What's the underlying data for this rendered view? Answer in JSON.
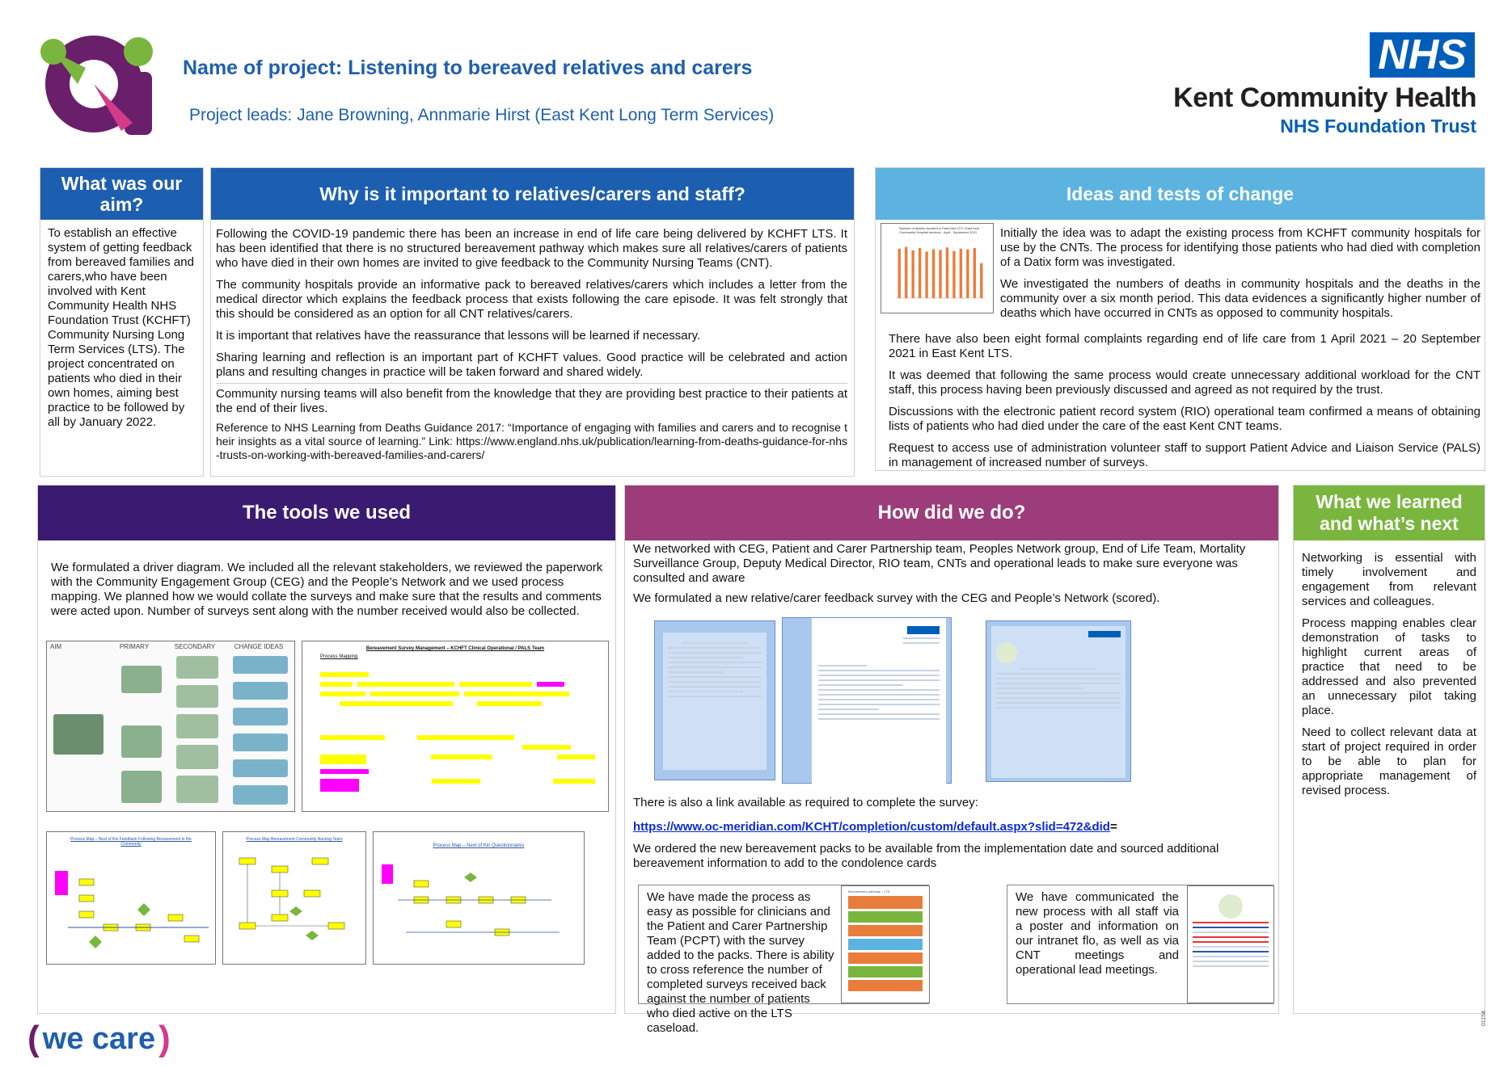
{
  "header": {
    "title": "Name of project: Listening to bereaved relatives and carers",
    "leads": "Project leads: Jane Browning, Annmarie Hirst (East Kent Long Term Services)",
    "nhs_badge": "NHS",
    "org_name": "Kent Community Health",
    "org_sub": "NHS Foundation Trust"
  },
  "aim": {
    "heading": "What was our aim?",
    "body": "To establish an effective system of getting feedback from bereaved families and carers,who have been involved with Kent Community Health NHS Foundation Trust (KCHFT) Community Nursing Long Term Services (LTS). The project concentrated on patients who died in their own homes, aiming best practice to be followed by all by January 2022."
  },
  "why": {
    "heading": "Why is it important to relatives/carers and staff?",
    "paragraphs": [
      "Following the COVID-19 pandemic there has been an increase in end of life care being delivered by KCHFT LTS. It has been identified that there is no structured bereavement pathway which makes sure all relatives/carers of patients who have died in their own homes are invited to give feedback to the Community Nursing Teams (CNT).",
      "The community hospitals provide an informative pack to bereaved relatives/carers which includes a letter from the medical director which explains the feedback process that exists following the care episode. It was felt strongly that this should be considered as an option for all CNT relatives/carers.",
      "It is important that relatives have the reassurance that lessons will be learned if necessary.",
      "Sharing learning and reflection is an important part of KCHFT values. Good practice will be celebrated and action plans and resulting changes in practice will be taken forward and shared widely.",
      "Community nursing teams will also benefit from the knowledge that they are providing best practice to their patients at the end of their lives.",
      "Reference to NHS Learning from Deaths Guidance  2017:  “Importance of engaging with families and carers and to recognise their insights as a vital source of learning.” Link: https://www.england.nhs.uk/publication/learning-from-deaths-guidance-for-nhs-trusts-on-working-with-bereaved-families-and-carers/"
    ]
  },
  "ideas": {
    "heading": "Ideas and tests of change",
    "chart_caption": "Number of deaths reported in East Kent LTS / East Kent Community Hospital services - April - September 2021",
    "paragraphs_right": [
      "Initially the idea was to adapt the existing process from KCHFT community hospitals for use by the CNTs. The process for identifying those patients who had died with completion of a Datix form was investigated.",
      "We investigated the numbers of deaths in community hospitals and the deaths in the community over a six month period. This data evidences a significantly higher number of deaths which have occurred in CNTs as opposed to community hospitals."
    ],
    "paragraphs_full": [
      "There have also been eight formal complaints regarding end of life care from 1 April 2021 – 20 September 2021 in East Kent LTS.",
      "It was deemed that following the same process would create unnecessary additional workload for the CNT staff, this process having been previously discussed and agreed as not required by the trust.",
      "Discussions with the electronic patient record system (RIO) operational team confirmed a means of obtaining lists of patients who had died under the care of the east Kent CNT teams.",
      "Request to access use of administration volunteer staff to support Patient Advice and Liaison Service (PALS) in management of increased number of surveys."
    ]
  },
  "tools": {
    "heading": "The tools we used",
    "body": "We formulated a driver diagram. We included all the relevant stakeholders, we reviewed the paperwork with the Community Engagement Group (CEG) and the People’s Network and we used process mapping. We planned how we would collate the surveys and make sure that the results and comments were acted upon. Number of surveys sent along with the number received would also be collected.",
    "driver_cols": [
      "AIM",
      "PRIMARY",
      "SECONDARY",
      "CHANGE IDEAS"
    ],
    "process_title": "Bereavement Survey Management – KCHFT Clinical Operational / PALS Team",
    "process_label": "Process Mapping",
    "map_titles": [
      "Process Map – Next of Kin Feedback Following Bereavement in the Community",
      "Process Map Bereavement Community Nursing Team",
      "Process Map – Next of Kin Questionnaires"
    ]
  },
  "how": {
    "heading": "How did we do?",
    "p1": "We networked with CEG, Patient and Carer Partnership team, Peoples Network group, End of Life Team, Mortality Surveillance Group, Deputy Medical Director, RIO team, CNTs and operational leads to make sure everyone was consulted and aware",
    "p2": "We formulated a new relative/carer feedback survey with the CEG and People’s Network (scored).",
    "link_intro": "There is also a link available as required to complete the survey:",
    "link": "https://www.oc-meridian.com/KCHT/completion/custom/default.aspx?slid=472&did",
    "link_suffix": "=",
    "p3": "We ordered the new bereavement packs to be available from the implementation date and sourced additional bereavement information to add to the condolence cards",
    "box1": "We have made the process as easy as possible for clinicians and the Patient and Carer Partnership Team (PCPT) with the survey added to the packs. There is ability to cross reference the number of completed surveys received back against the number of patients who died active on the LTS caseload.",
    "box2": "We have communicated the new process with all staff via a poster and information on our intranet flo, as well as via CNT meetings and operational lead meetings."
  },
  "learned": {
    "heading": "What we learned and what’s next",
    "paragraphs": [
      "Networking is essential with timely involvement and engagement from relevant services and colleagues.",
      "Process mapping enables clear demonstration of tasks to highlight current areas of practice that need to be addressed and also prevented an unnecessary pilot taking place.",
      "Need to collect relevant data at start of project required in order to be able to plan for appropriate management of revised process."
    ]
  },
  "footer": {
    "we_care": "we care",
    "code": "01154"
  },
  "chart_data": {
    "type": "bar",
    "title": "Number of deaths reported in East Kent LTS / East Kent Community Hospital services - April - September 2021",
    "categories": [
      "1",
      "2",
      "3",
      "4",
      "5",
      "6",
      "7",
      "8",
      "9",
      "10",
      "11",
      "12",
      "13"
    ],
    "values": [
      85,
      88,
      82,
      86,
      80,
      84,
      83,
      87,
      81,
      85,
      84,
      86,
      60
    ],
    "ylim": [
      0,
      100
    ],
    "colors": {
      "bar": "#e97d3c"
    }
  },
  "colors": {
    "blue_header": "#1c5fb0",
    "light_blue_header": "#5cb3e0",
    "purple_header": "#3b1a72",
    "magenta_header": "#9c3c7a",
    "green_header": "#7ab63e",
    "title_blue": "#1f5fae",
    "nhs_blue": "#005eb8"
  }
}
